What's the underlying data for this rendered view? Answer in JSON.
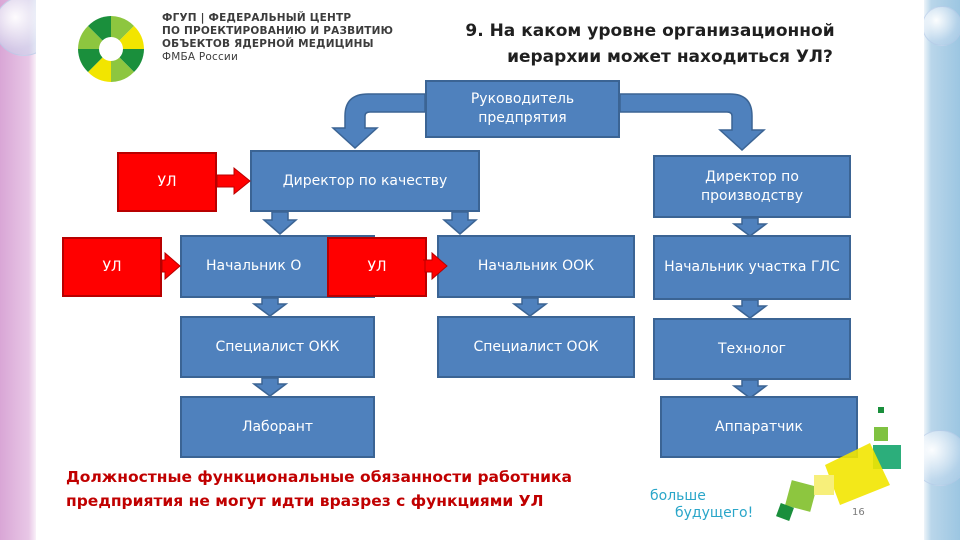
{
  "organization": {
    "line1": "ФГУП | ФЕДЕРАЛЬНЫЙ ЦЕНТР",
    "line2": "ПО ПРОЕКТИРОВАНИЮ И РАЗВИТИЮ",
    "line3": "ОБЪЕКТОВ ЯДЕРНОЙ МЕДИЦИНЫ",
    "line4": "ФМБА России"
  },
  "question": {
    "line1": "9. На каком уровне организационной",
    "line2": "иерархии может находиться УЛ?"
  },
  "nodes": {
    "head": "Руководитель предпрятия",
    "quality_director": "Директор по качеству",
    "production_director": "Директор по производству",
    "okk_head": "Начальник О",
    "ook_head": "Начальник ООК",
    "gls_head": "Начальник участка ГЛС",
    "okk_specialist": "Специалист ОКК",
    "ook_specialist": "Специалист ООК",
    "technologist": "Технолог",
    "lab_assistant": "Лаборант",
    "operator": "Аппаратчик"
  },
  "ul_label": "УЛ",
  "footer": {
    "line1": "Должностные функциональные обязанности работника",
    "line2": "предприятия не могут идти вразрез с функциями УЛ"
  },
  "slogan": {
    "line1": "больше",
    "line2": "будущего!"
  },
  "page_number": "16",
  "colors": {
    "box_fill": "#4f81bd",
    "ul_fill": "#ff0000",
    "footer_text": "#c00000",
    "slogan_text": "#2aa6c9"
  }
}
